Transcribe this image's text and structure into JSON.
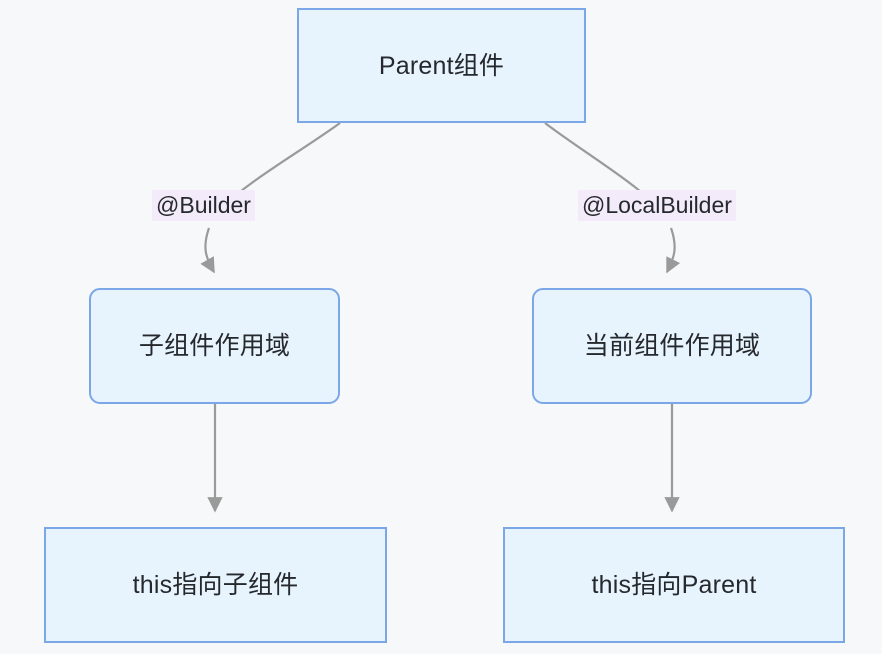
{
  "diagram": {
    "type": "flowchart",
    "direction": "top-down",
    "background_color": "#f7f8fa",
    "node_fill_color": "#e8f4fd",
    "node_border_color": "#7ba7e8",
    "edge_color": "#9a9a9a",
    "edge_label_background": "#f3ebfa",
    "text_color": "#25282d",
    "nodes": [
      {
        "id": "parent",
        "label": "Parent组件",
        "shape": "rectangle",
        "row": 1
      },
      {
        "id": "child_scope",
        "label": "子组件作用域",
        "shape": "rounded-rectangle",
        "row": 2,
        "column": "left"
      },
      {
        "id": "current_scope",
        "label": "当前组件作用域",
        "shape": "rounded-rectangle",
        "row": 2,
        "column": "right"
      },
      {
        "id": "this_child",
        "label": "this指向子组件",
        "shape": "rectangle",
        "row": 3,
        "column": "left"
      },
      {
        "id": "this_parent",
        "label": "this指向Parent",
        "shape": "rectangle",
        "row": 3,
        "column": "right"
      }
    ],
    "edges": [
      {
        "from": "parent",
        "to": "child_scope",
        "label": "@Builder",
        "arrow": "filled-triangle"
      },
      {
        "from": "parent",
        "to": "current_scope",
        "label": "@LocalBuilder",
        "arrow": "filled-triangle"
      },
      {
        "from": "child_scope",
        "to": "this_child",
        "label": "",
        "arrow": "filled-triangle"
      },
      {
        "from": "current_scope",
        "to": "this_parent",
        "label": "",
        "arrow": "filled-triangle"
      }
    ]
  }
}
